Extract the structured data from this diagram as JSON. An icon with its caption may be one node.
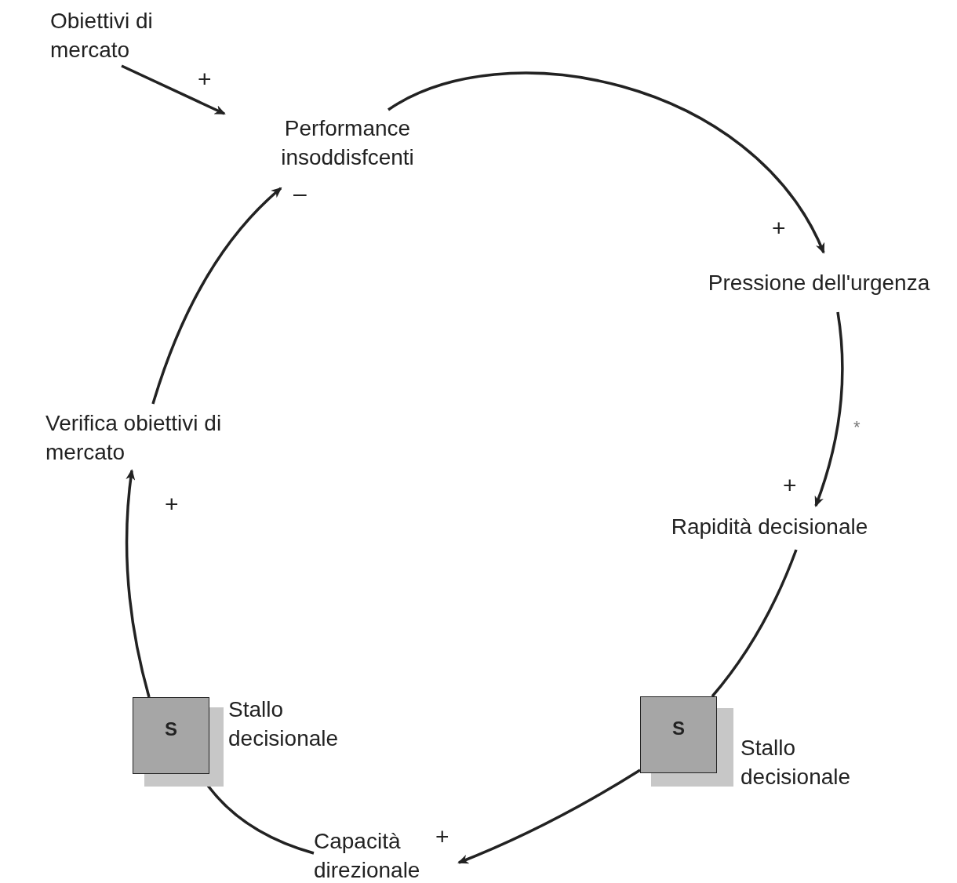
{
  "diagram": {
    "nodes": [
      {
        "text": [
          "Obiettivi di mercato"
        ]
      },
      {
        "text": [
          "Performance insoddisfcenti"
        ]
      },
      {
        "text": [
          "Pressione dell'urgenza"
        ]
      },
      {
        "text": [
          "Rapidità decisionale"
        ]
      },
      {
        "text": [
          "S"
        ],
        "beside": [
          "Stallo decisionale"
        ]
      },
      {
        "text": [
          "Capacità direzionale"
        ]
      },
      {
        "text": [
          "S"
        ],
        "beside": [
          "Stallo decisionale"
        ]
      },
      {
        "text": [
          "Verifica obiettivi di mercato"
        ]
      }
    ],
    "edges": [
      {
        "from": 0,
        "to": 1,
        "arrow": "to",
        "label": "+"
      },
      {
        "from": 1,
        "to": 2,
        "arrow": "to",
        "label": "+"
      },
      {
        "from": 2,
        "to": 3,
        "arrow": "to",
        "label": "+"
      },
      {
        "from": 3,
        "to": 4,
        "arrow": "none"
      },
      {
        "from": 4,
        "to": 5,
        "arrow": "to",
        "label": "+"
      },
      {
        "from": 5,
        "to": 6,
        "arrow": "none"
      },
      {
        "from": 6,
        "to": 7,
        "arrow": "to",
        "label": "+"
      },
      {
        "from": 7,
        "to": 1,
        "arrow": "to",
        "label": "–"
      }
    ],
    "labels": [
      "*"
    ]
  }
}
